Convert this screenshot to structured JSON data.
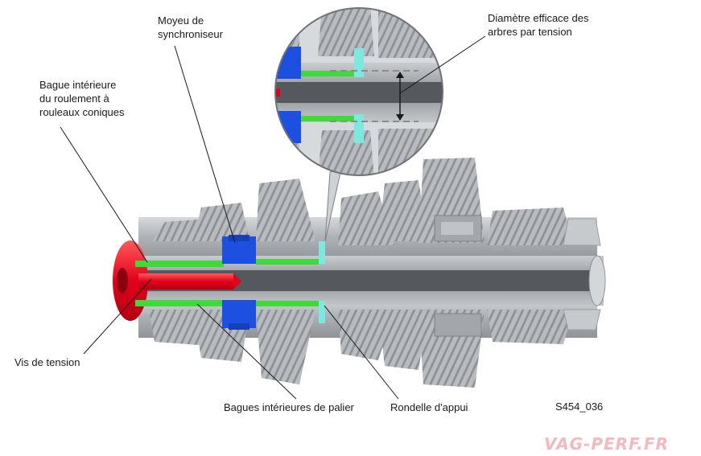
{
  "labels": {
    "synchro_hub": "Moyeu de\nsynchroniseur",
    "effective_diameter": "Diamètre efficace des\narbres par tension",
    "bearing_inner_ring": "Bague intérieure\ndu roulement à\nrouleaux coniques",
    "tension_screw": "Vis de tension",
    "bearing_inner_rings": "Bagues intérieures de palier",
    "thrust_washer": "Rondelle d'appui"
  },
  "figure_id": "S454_036",
  "watermark": "VAG-PERF.FR",
  "colors": {
    "shaft": "#8d9196",
    "bore": "#55595d",
    "gear": "#b4b8bc",
    "gear_dark": "#9a9ea2",
    "screw": "#e2001a",
    "green_rings": "#3fd93a",
    "blue_hub": "#1d4fe0",
    "washer": "#7fe8de"
  }
}
